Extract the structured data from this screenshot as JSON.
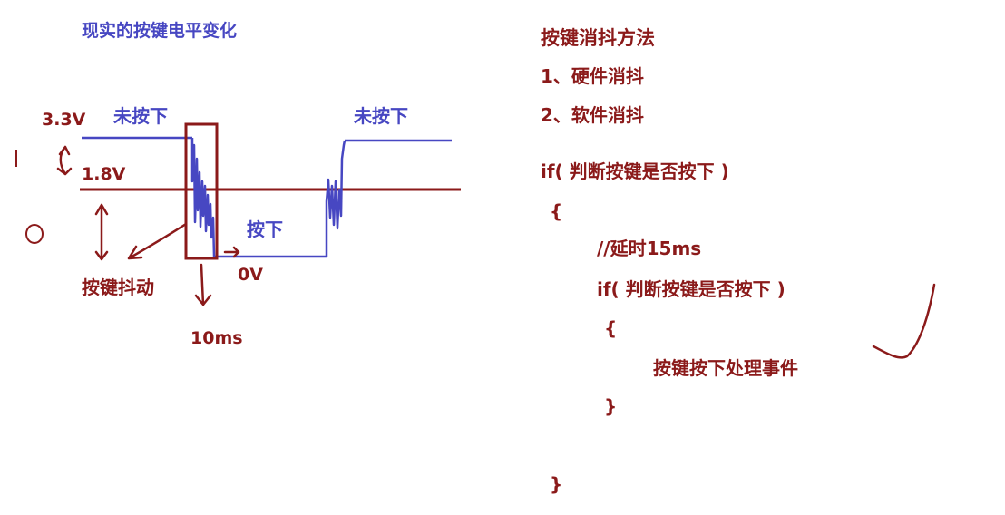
{
  "left": {
    "title": "现实的按键电平变化",
    "voltage_high": "3.3V",
    "voltage_mid": "1.8V",
    "voltage_low": "0V",
    "label_released_1": "未按下",
    "label_released_2": "未按下",
    "label_pressed": "按下",
    "label_bounce": "按键抖动",
    "label_duration": "10ms",
    "logic_one": "I",
    "logic_zero": "O"
  },
  "right": {
    "heading": "按键消抖方法",
    "method_1": "1、硬件消抖",
    "method_2": "2、软件消抖",
    "code": [
      "if(  判断按键是否按下 )",
      "{",
      "//延时15ms",
      "if( 判断按键是否按下 )",
      "{",
      "按键按下处理事件",
      "}",
      "}"
    ]
  },
  "colors": {
    "signal": "#4747c2",
    "threshold": "#8b1a1a",
    "annotation": "#8b1a1a"
  }
}
